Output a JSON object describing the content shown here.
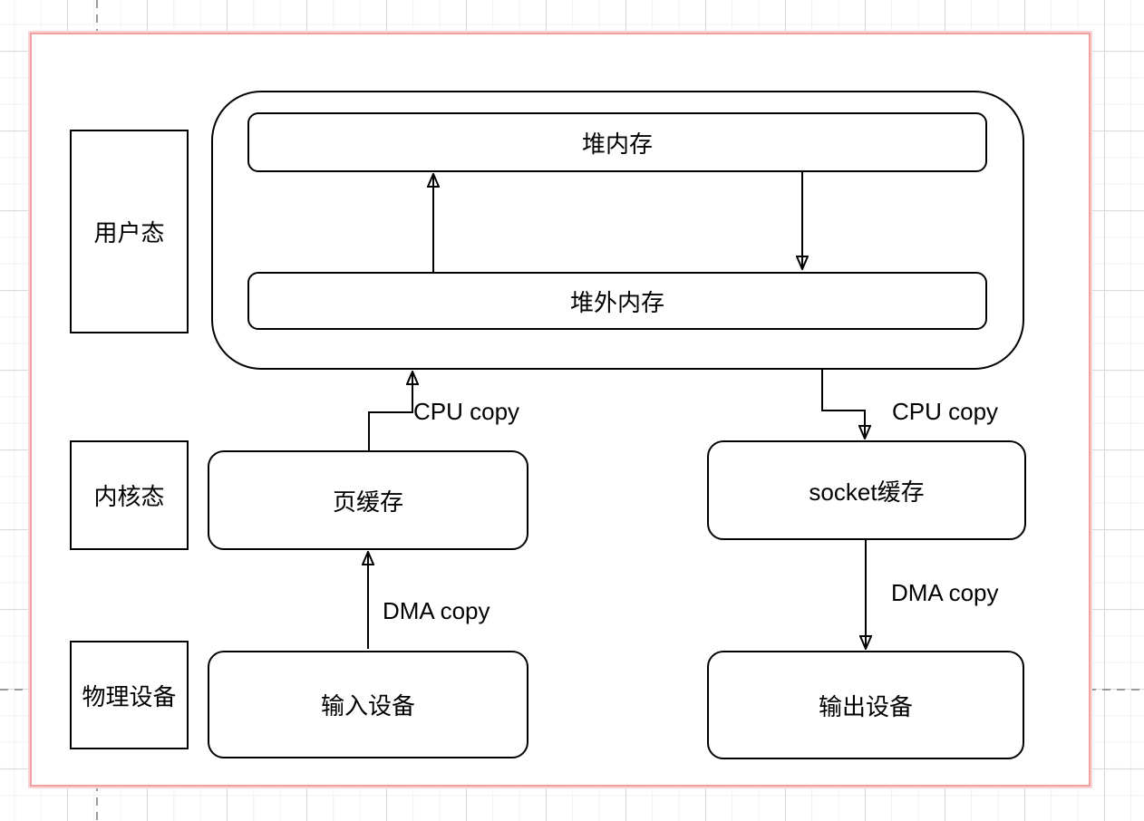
{
  "diagram": {
    "lanes": [
      {
        "id": "user-mode",
        "label": "用户态"
      },
      {
        "id": "kernel-mode",
        "label": "内核态"
      },
      {
        "id": "physical-device",
        "label": "物理设备"
      }
    ],
    "nodes": {
      "heap_memory": "堆内存",
      "offheap_memory": "堆外内存",
      "page_cache": "页缓存",
      "socket_buffer": "socket缓存",
      "input_device": "输入设备",
      "output_device": "输出设备"
    },
    "edge_labels": {
      "cpu_copy_left": "CPU copy",
      "cpu_copy_right": "CPU copy",
      "dma_copy_left": "DMA copy",
      "dma_copy_right": "DMA copy"
    },
    "colors": {
      "stroke": "#000000",
      "boundary": "#f2a0a0",
      "guide": "#9a9a9a",
      "grid_minor": "#f0f0f0",
      "grid_major": "#d9d9d9"
    }
  }
}
